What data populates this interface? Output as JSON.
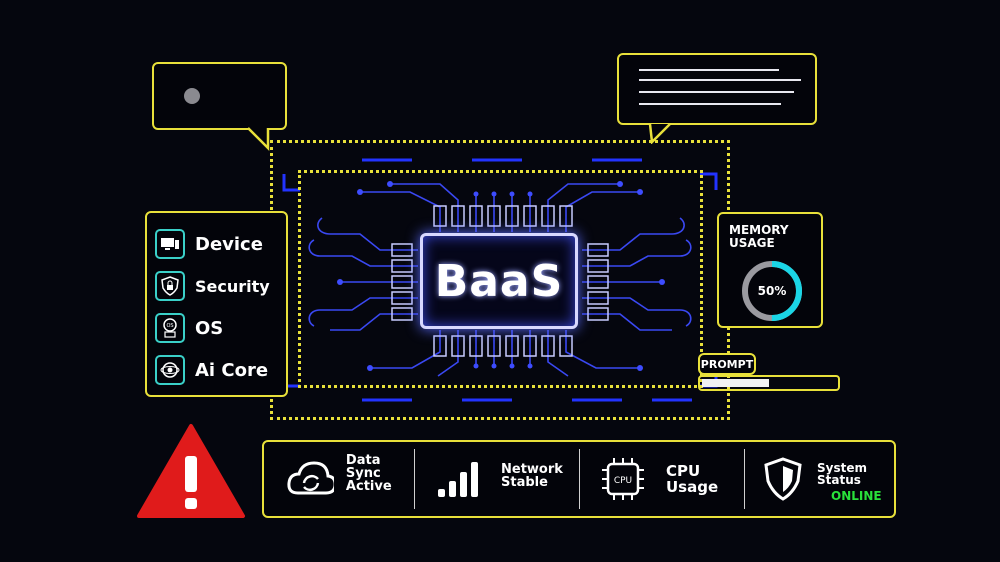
{
  "center": {
    "title": "BaaS"
  },
  "menu": {
    "items": [
      {
        "label": "Device",
        "icon": "device-icon"
      },
      {
        "label": "Security",
        "icon": "security-shield-icon"
      },
      {
        "label": "OS",
        "icon": "os-icon"
      },
      {
        "label": "Ai Core",
        "icon": "ai-core-icon"
      }
    ]
  },
  "memory": {
    "title_line1": "MEMORY",
    "title_line2": "USAGE",
    "value_label": "50%",
    "fraction": 0.5
  },
  "prompt": {
    "label": "PROMPT",
    "progress": 0.5
  },
  "status_bar": {
    "items": [
      {
        "line1": "Data Sync",
        "line2": "Active",
        "icon": "cloud-sync-icon"
      },
      {
        "line1": "Network",
        "line2": "Stable",
        "icon": "signal-bars-icon"
      },
      {
        "line1": "CPU",
        "line2": "Usage",
        "icon": "cpu-icon",
        "icon_text": "CPU"
      },
      {
        "line1": "System",
        "line2": "Status",
        "status": "ONLINE",
        "icon": "shield-check-icon"
      }
    ]
  },
  "colors": {
    "frame": "#e8e03a",
    "circuit": "#3d4cff",
    "online": "#29e13a",
    "warning": "#e01b1b",
    "accent": "#3ad0c8"
  }
}
